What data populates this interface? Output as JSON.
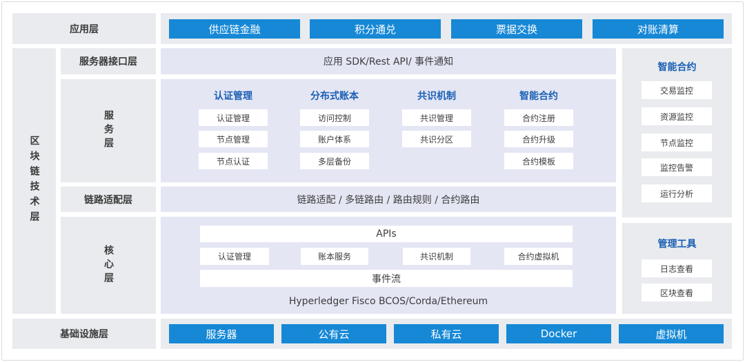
{
  "layers": {
    "app": "应用层",
    "chain": "区块链技术层",
    "iface": "服务器接口层",
    "service": "服务层",
    "route": "链路适配层",
    "core": "核心层",
    "infra": "基础设施层"
  },
  "app_items": [
    "供应链金融",
    "积分通兑",
    "票据交换",
    "对账清算"
  ],
  "iface_text": "应用 SDK/Rest API/ 事件通知",
  "service_columns": [
    {
      "title": "认证管理",
      "items": [
        "认证管理",
        "节点管理",
        "节点认证"
      ]
    },
    {
      "title": "分布式账本",
      "items": [
        "访问控制",
        "账户体系",
        "多层备份"
      ]
    },
    {
      "title": "共识机制",
      "items": [
        "共识管理",
        "共识分区"
      ]
    },
    {
      "title": "智能合约",
      "items": [
        "合约注册",
        "合约升级",
        "合约模板"
      ]
    }
  ],
  "route_text": "链路适配 / 多链路由 / 路由规则 / 合约路由",
  "core": {
    "apis": "APIs",
    "modules": [
      "认证管理",
      "账本服务",
      "共识机制",
      "合约虚拟机"
    ],
    "event_stream": "事件流",
    "platforms": "Hyperledger Fisco BCOS/Corda/Ethereum"
  },
  "right_panels": [
    {
      "title": "智能合约",
      "items": [
        "交易监控",
        "资源监控",
        "节点监控",
        "监控告警",
        "运行分析"
      ]
    },
    {
      "title": "管理工具",
      "items": [
        "日志查看",
        "区块查看"
      ]
    }
  ],
  "infra_items": [
    "服务器",
    "公有云",
    "私有云",
    "Docker",
    "虚拟机"
  ],
  "colors": {
    "accent_blue": "#1688d6",
    "title_blue": "#1a5fb4",
    "panel_gray": "#e9ebee",
    "panel_lavender": "#e4e6f4"
  }
}
